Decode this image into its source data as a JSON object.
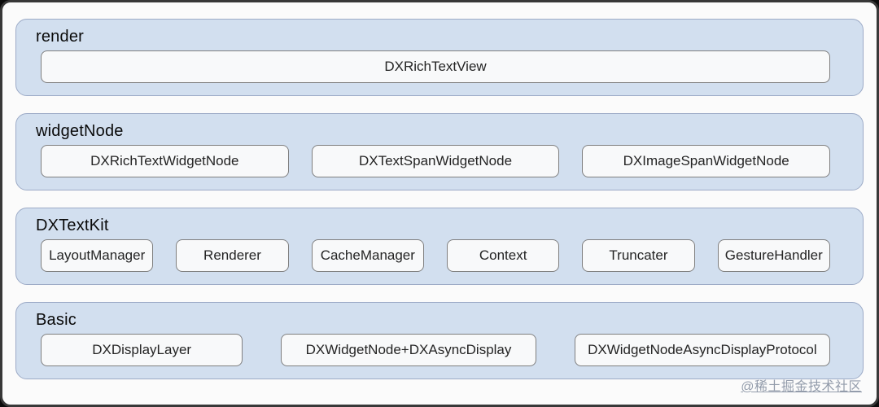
{
  "diagram": {
    "layers": [
      {
        "label": "render",
        "boxes": [
          "DXRichTextView"
        ]
      },
      {
        "label": "widgetNode",
        "boxes": [
          "DXRichTextWidgetNode",
          "DXTextSpanWidgetNode",
          "DXImageSpanWidgetNode"
        ]
      },
      {
        "label": "DXTextKit",
        "boxes": [
          "LayoutManager",
          "Renderer",
          "CacheManager",
          "Context",
          "Truncater",
          "GestureHandler"
        ]
      },
      {
        "label": "Basic",
        "boxes": [
          "DXDisplayLayer",
          "DXWidgetNode+DXAsyncDisplay",
          "DXWidgetNodeAsyncDisplayProtocol"
        ]
      }
    ],
    "colors": {
      "layer_fill": "#d2dfef",
      "layer_border": "#9dabc7",
      "node_fill": "#f8f9fa",
      "node_border": "#7f7f7f",
      "frame_background": "#fbfbfb",
      "frame_border": "#383838",
      "watermark_gray": "#8a94a4"
    },
    "watermark": "@稀土掘金技术社区"
  }
}
